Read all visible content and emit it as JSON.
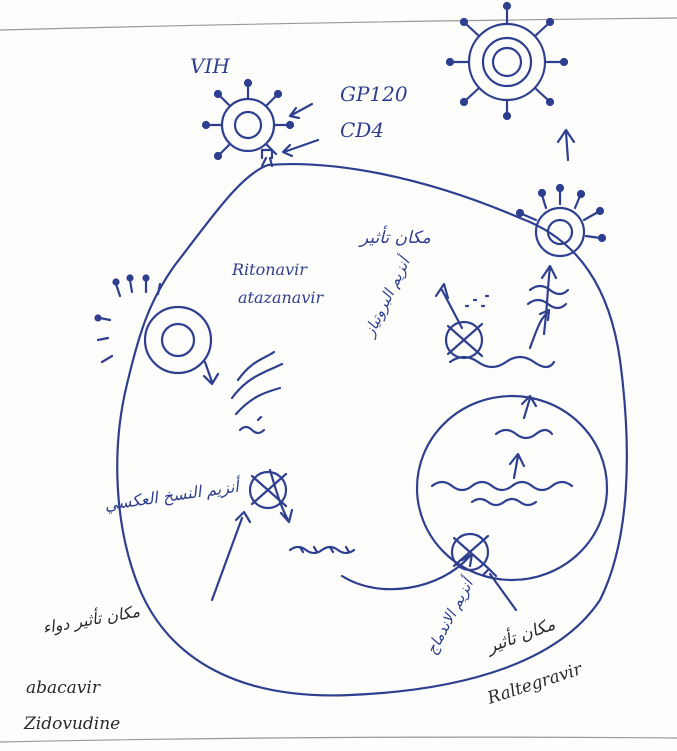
{
  "labels": {
    "virus": "VIH",
    "gp120": "GP120",
    "cd4": "CD4",
    "ritonavir": "Ritonavir",
    "atazanavir": "atazanavir",
    "protease_site": "مكان تأثير",
    "protease_enzyme": "أنزيم البروتياز",
    "rt_enzyme": "أنزيم النسخ العكسي",
    "integrase_enzyme": "أنزيم الاندماج",
    "rt_drug_site": "مكان تأثير دواء",
    "abacavir": "abacavir",
    "zidovudine": "Zidovudine",
    "integrase_site": "مكان تأثير",
    "raltegravir": "Raltegravir"
  },
  "colors": {
    "ink_blue": "#2f3f8f",
    "ink_dark": "#2a2a2a",
    "paper": "#fdfdfb"
  }
}
